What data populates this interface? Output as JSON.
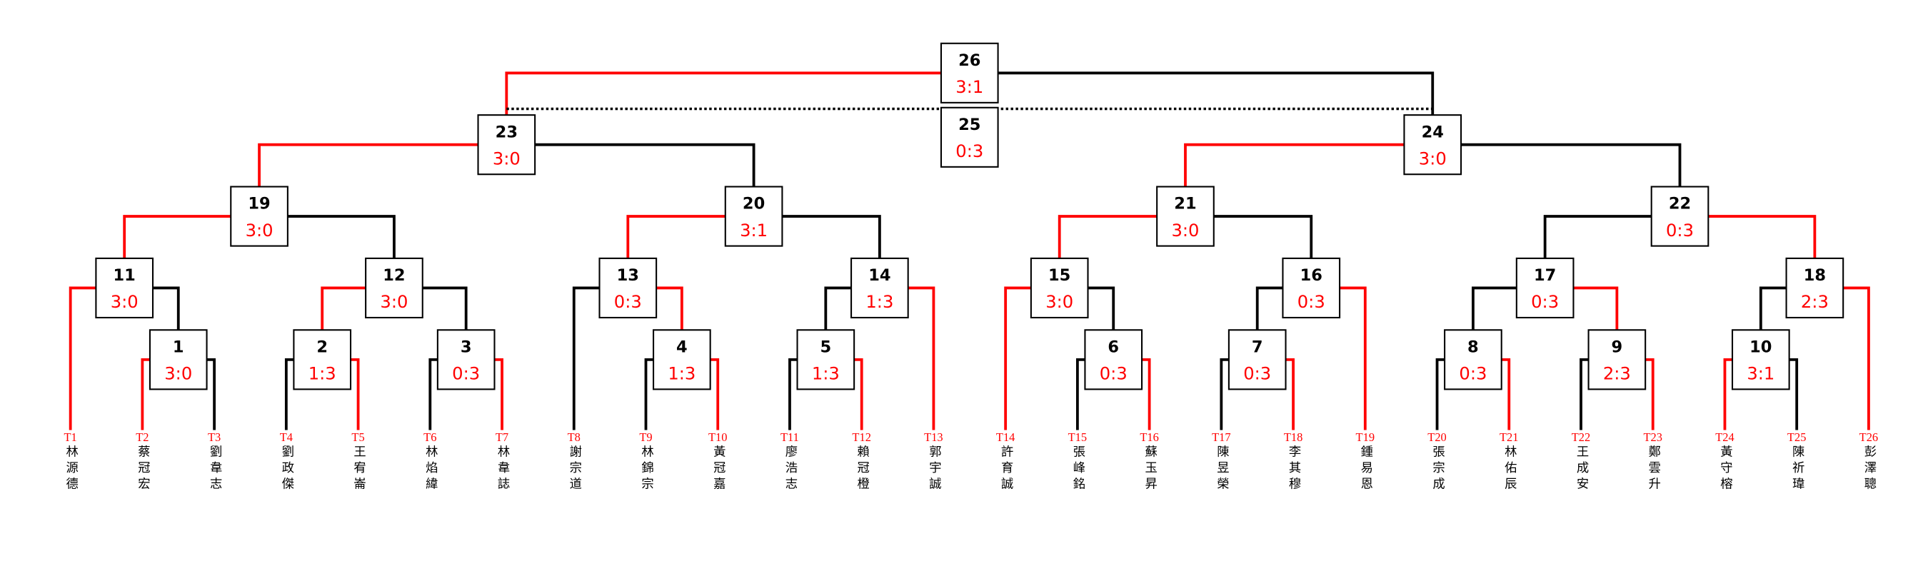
{
  "colors": {
    "winner": "#ff0000",
    "loser": "#000000",
    "score": "#ff0000",
    "team_label": "#ff0000"
  },
  "teams": [
    {
      "id": "T1",
      "name": "林源德"
    },
    {
      "id": "T2",
      "name": "蔡冠宏"
    },
    {
      "id": "T3",
      "name": "劉韋志"
    },
    {
      "id": "T4",
      "name": "劉政傑"
    },
    {
      "id": "T5",
      "name": "王宥崙"
    },
    {
      "id": "T6",
      "name": "林焰緯"
    },
    {
      "id": "T7",
      "name": "林韋誌"
    },
    {
      "id": "T8",
      "name": "謝宗道"
    },
    {
      "id": "T9",
      "name": "林錦宗"
    },
    {
      "id": "T10",
      "name": "黃冠嘉"
    },
    {
      "id": "T11",
      "name": "廖浩志"
    },
    {
      "id": "T12",
      "name": "賴冠橙"
    },
    {
      "id": "T13",
      "name": "郭宇誠"
    },
    {
      "id": "T14",
      "name": "許育誠"
    },
    {
      "id": "T15",
      "name": "張峰銘"
    },
    {
      "id": "T16",
      "name": "蘇玉昇"
    },
    {
      "id": "T17",
      "name": "陳昱榮"
    },
    {
      "id": "T18",
      "name": "李其穆"
    },
    {
      "id": "T19",
      "name": "鍾易恩"
    },
    {
      "id": "T20",
      "name": "張宗成"
    },
    {
      "id": "T21",
      "name": "林佑辰"
    },
    {
      "id": "T22",
      "name": "王成安"
    },
    {
      "id": "T23",
      "name": "鄭雲升"
    },
    {
      "id": "T24",
      "name": "黃守榕"
    },
    {
      "id": "T25",
      "name": "陳祈瑋"
    },
    {
      "id": "T26",
      "name": "彭澤聰"
    }
  ],
  "matches": [
    {
      "no": "1",
      "score": "3:0",
      "left": "T2",
      "right": "T3"
    },
    {
      "no": "2",
      "score": "1:3",
      "left": "T4",
      "right": "T5"
    },
    {
      "no": "3",
      "score": "0:3",
      "left": "T6",
      "right": "T7"
    },
    {
      "no": "4",
      "score": "1:3",
      "left": "T9",
      "right": "T10"
    },
    {
      "no": "5",
      "score": "1:3",
      "left": "T11",
      "right": "T12"
    },
    {
      "no": "6",
      "score": "0:3",
      "left": "T15",
      "right": "T16"
    },
    {
      "no": "7",
      "score": "0:3",
      "left": "T17",
      "right": "T18"
    },
    {
      "no": "8",
      "score": "0:3",
      "left": "T20",
      "right": "T21"
    },
    {
      "no": "9",
      "score": "2:3",
      "left": "T22",
      "right": "T23"
    },
    {
      "no": "10",
      "score": "3:1",
      "left": "T24",
      "right": "T25"
    },
    {
      "no": "11",
      "score": "3:0",
      "left": "T1",
      "right": "1"
    },
    {
      "no": "12",
      "score": "3:0",
      "left": "2",
      "right": "3"
    },
    {
      "no": "13",
      "score": "0:3",
      "left": "T8",
      "right": "4"
    },
    {
      "no": "14",
      "score": "1:3",
      "left": "5",
      "right": "T13"
    },
    {
      "no": "15",
      "score": "3:0",
      "left": "T14",
      "right": "6"
    },
    {
      "no": "16",
      "score": "0:3",
      "left": "7",
      "right": "T19"
    },
    {
      "no": "17",
      "score": "0:3",
      "left": "8",
      "right": "9"
    },
    {
      "no": "18",
      "score": "2:3",
      "left": "10",
      "right": "T26"
    },
    {
      "no": "19",
      "score": "3:0",
      "left": "11",
      "right": "12"
    },
    {
      "no": "20",
      "score": "3:1",
      "left": "13",
      "right": "14"
    },
    {
      "no": "21",
      "score": "3:0",
      "left": "15",
      "right": "16"
    },
    {
      "no": "22",
      "score": "0:3",
      "left": "17",
      "right": "18"
    },
    {
      "no": "23",
      "score": "3:0",
      "left": "19",
      "right": "20"
    },
    {
      "no": "24",
      "score": "3:0",
      "left": "21",
      "right": "22"
    },
    {
      "no": "26",
      "score": "3:1",
      "left": "23",
      "right": "24"
    }
  ],
  "secondary_match": {
    "no": "25",
    "score": "0:3",
    "left": "23",
    "right": "24"
  }
}
